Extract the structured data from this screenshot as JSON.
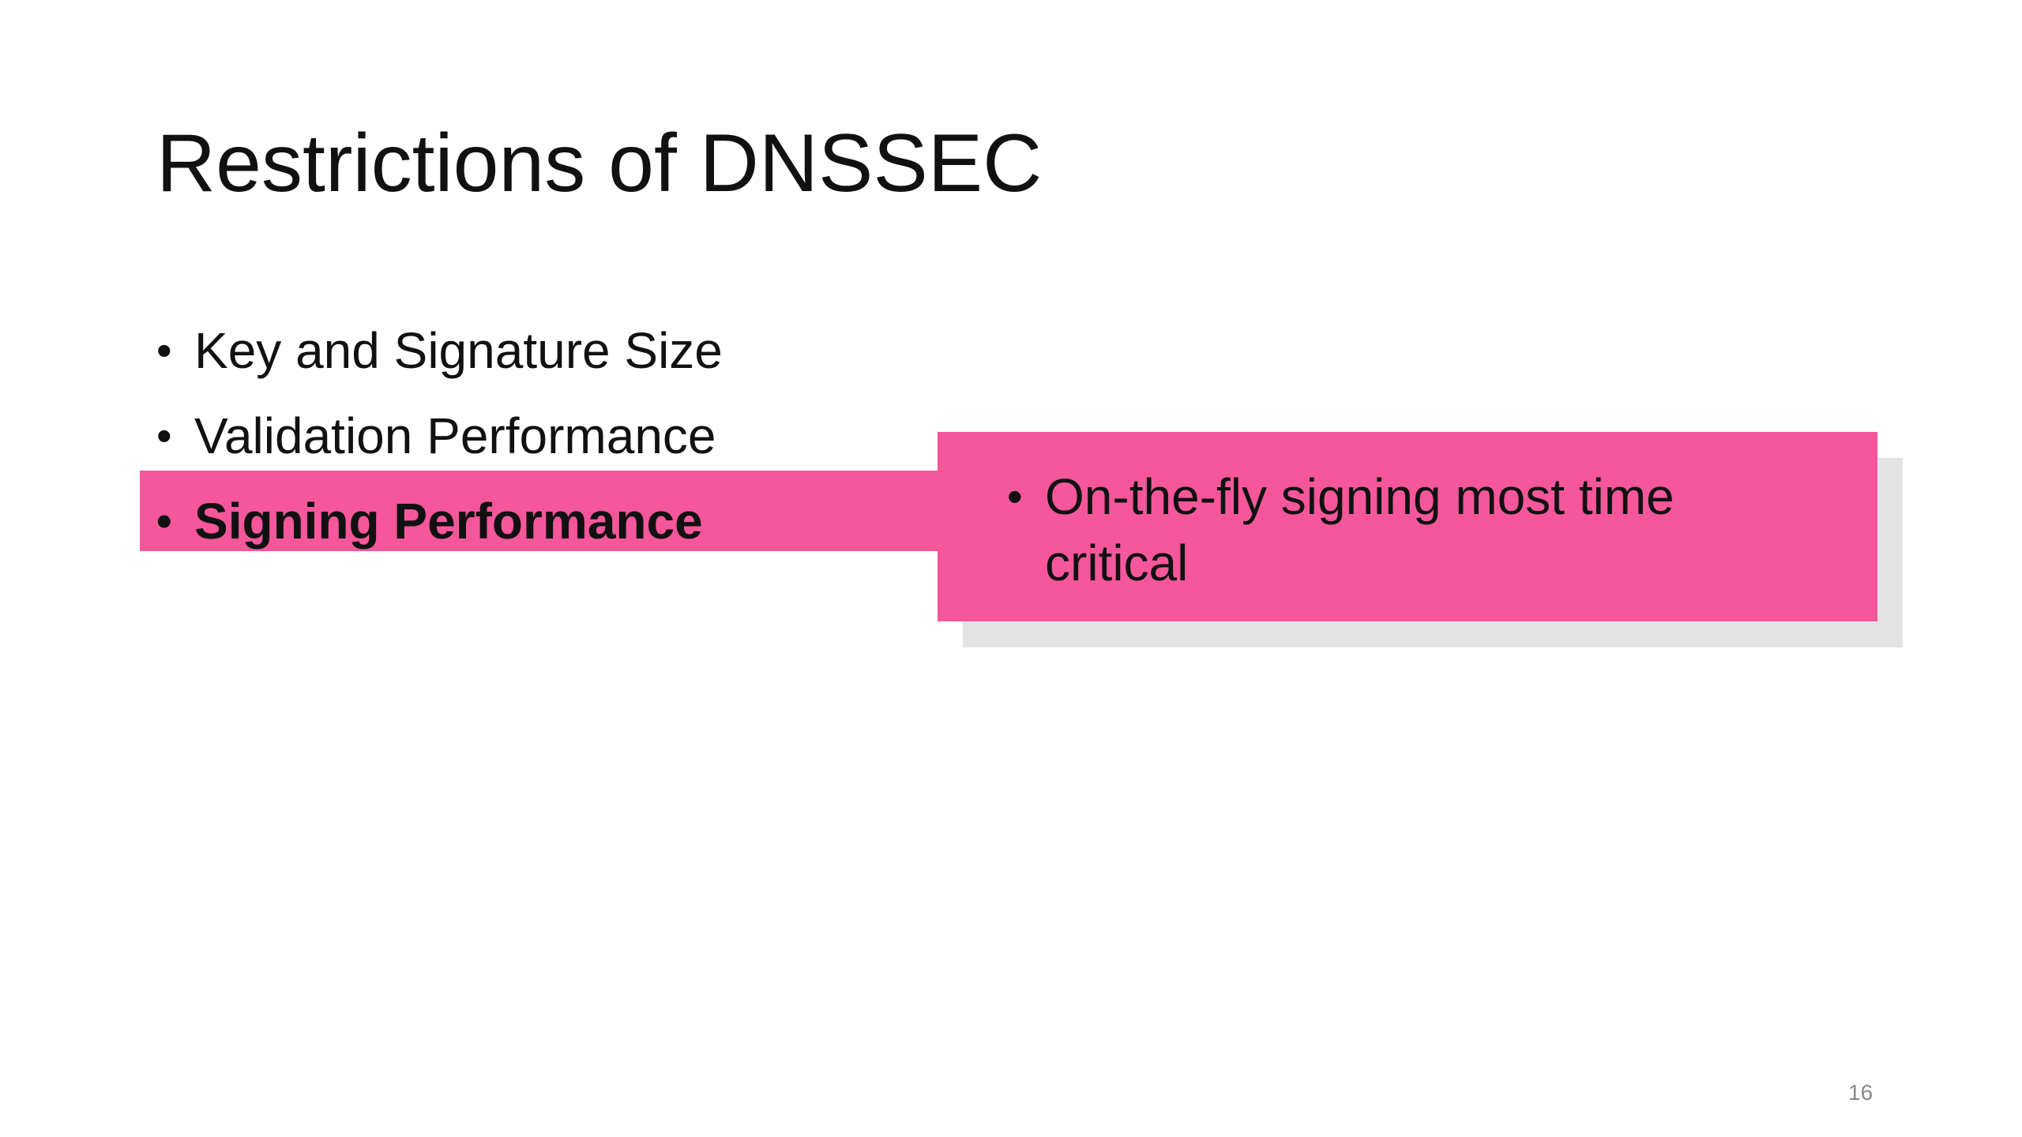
{
  "slide": {
    "title": "Restrictions of DNSSEC",
    "bullets": [
      {
        "text": "Key and Signature Size",
        "highlighted": false
      },
      {
        "text": "Validation Performance",
        "highlighted": false
      },
      {
        "text": "Signing Performance",
        "highlighted": true
      }
    ],
    "callout": {
      "text": "On-the-fly signing most time critical"
    },
    "bullet_glyph": "•",
    "page_number": "16",
    "colors": {
      "highlight": "#f5579a",
      "shadow": "#e3e3e3",
      "text": "#111111",
      "page_number": "#8a8a8a"
    }
  }
}
